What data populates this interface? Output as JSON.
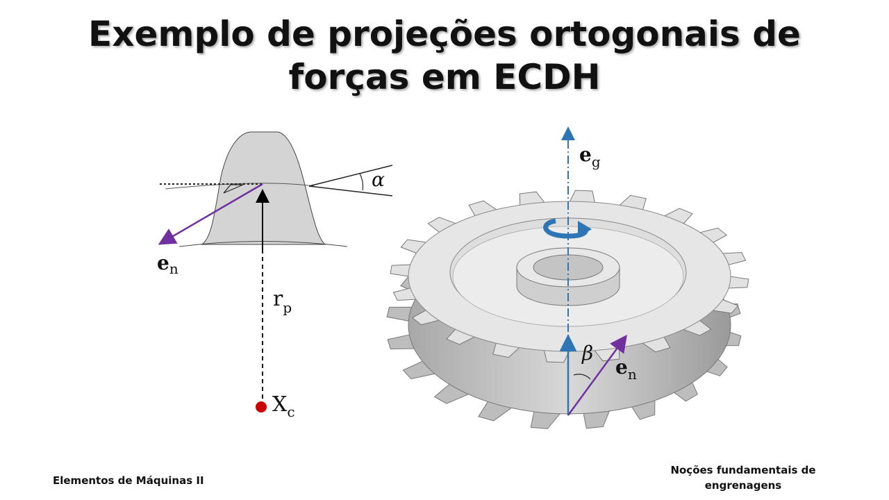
{
  "title": {
    "line1": "Exemplo de projeções ortogonais de",
    "line2": "forças em ECDH"
  },
  "left_diagram": {
    "label_en": {
      "main": "e",
      "sub": "n"
    },
    "label_rp": {
      "main": "r",
      "sub": "p"
    },
    "label_xc": {
      "main": "X",
      "sub": "c"
    },
    "label_alpha": "α"
  },
  "right_diagram": {
    "label_eg": {
      "main": "e",
      "sub": "g"
    },
    "label_en": {
      "main": "e",
      "sub": "n"
    },
    "label_beta": "β"
  },
  "colors": {
    "tooth_fill": "#d4d4d4",
    "gear_top": "#e6e6e6",
    "gear_side": "#b5b5b5",
    "purple_arrow": "#7030a0",
    "blue_arrow": "#2e75b6",
    "center_dot": "#cc0000"
  },
  "footer": {
    "left": "Elementos de Máquinas II",
    "right_line1": "Noções fundamentais de",
    "right_line2": "engrenagens"
  }
}
